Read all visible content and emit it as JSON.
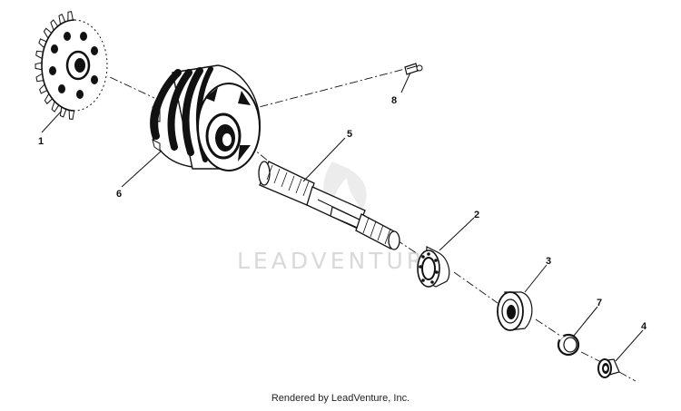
{
  "callouts": {
    "c1": "1",
    "c2": "2",
    "c3": "3",
    "c4": "4",
    "c5": "5",
    "c6": "6",
    "c7": "7",
    "c8": "8"
  },
  "watermark": "LEADVENTURE",
  "footer": "Rendered by LeadVenture, Inc.",
  "colors": {
    "ink": "#111111",
    "watermark": "#d9d9d9",
    "background": "#ffffff"
  }
}
